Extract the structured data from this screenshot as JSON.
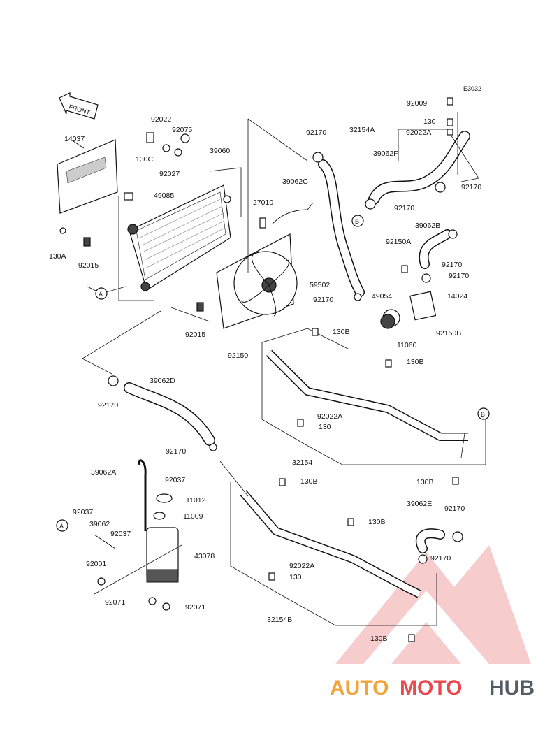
{
  "diagram": {
    "ref_code": "E3032",
    "front_label": "FRONT",
    "labels": {
      "l14037": "14037",
      "l130A": "130A",
      "l92015a": "92015",
      "l92022": "92022",
      "l92075": "92075",
      "l130C": "130C",
      "l92027": "92027",
      "l39060": "39060",
      "l49085": "49085",
      "l27010": "27010",
      "l59502": "59502",
      "l92015b": "92015",
      "l92150": "92150",
      "l92170a": "92170",
      "l39062C": "39062C",
      "l92170b": "92170",
      "l92009": "92009",
      "l32154A": "32154A",
      "l130a": "130",
      "l92022A_top": "92022A",
      "l39062F": "39062F",
      "l92170c": "92170",
      "l92170d": "92170",
      "l39062B": "39062B",
      "l92150A": "92150A",
      "l92170e": "92170",
      "l92170f": "92170",
      "l49054": "49054",
      "l14024": "14024",
      "l11060": "11060",
      "l92150B": "92150B",
      "l130B_1": "130B",
      "l130B_2": "130B",
      "l92022A_mid": "92022A",
      "l130b": "130",
      "l32154": "32154",
      "l130B_3": "130B",
      "l39062D": "39062D",
      "l92170g": "92170",
      "l92170h": "92170",
      "l39062A": "39062A",
      "l92037a": "92037",
      "l11012": "11012",
      "l11009": "11009",
      "l92037b": "92037",
      "l39062": "39062",
      "l92037c": "92037",
      "l43078": "43078",
      "l92001": "92001",
      "l92071a": "92071",
      "l92071b": "92071",
      "l130B_4": "130B",
      "l130B_5": "130B",
      "l39062E": "39062E",
      "l92170i": "92170",
      "l92170j": "92170",
      "l92022A_low": "92022A",
      "l130c": "130",
      "l32154B": "32154B",
      "l130B_6": "130B"
    },
    "markers": {
      "A1": "A",
      "A2": "A",
      "B1": "B",
      "B2": "B"
    }
  },
  "watermark": {
    "brand_auto": "AUTO",
    "brand_moto": "MOTO",
    "brand_hub": "HUB",
    "accent_color": "#e8484f",
    "secondary_color": "#f2a33a"
  }
}
